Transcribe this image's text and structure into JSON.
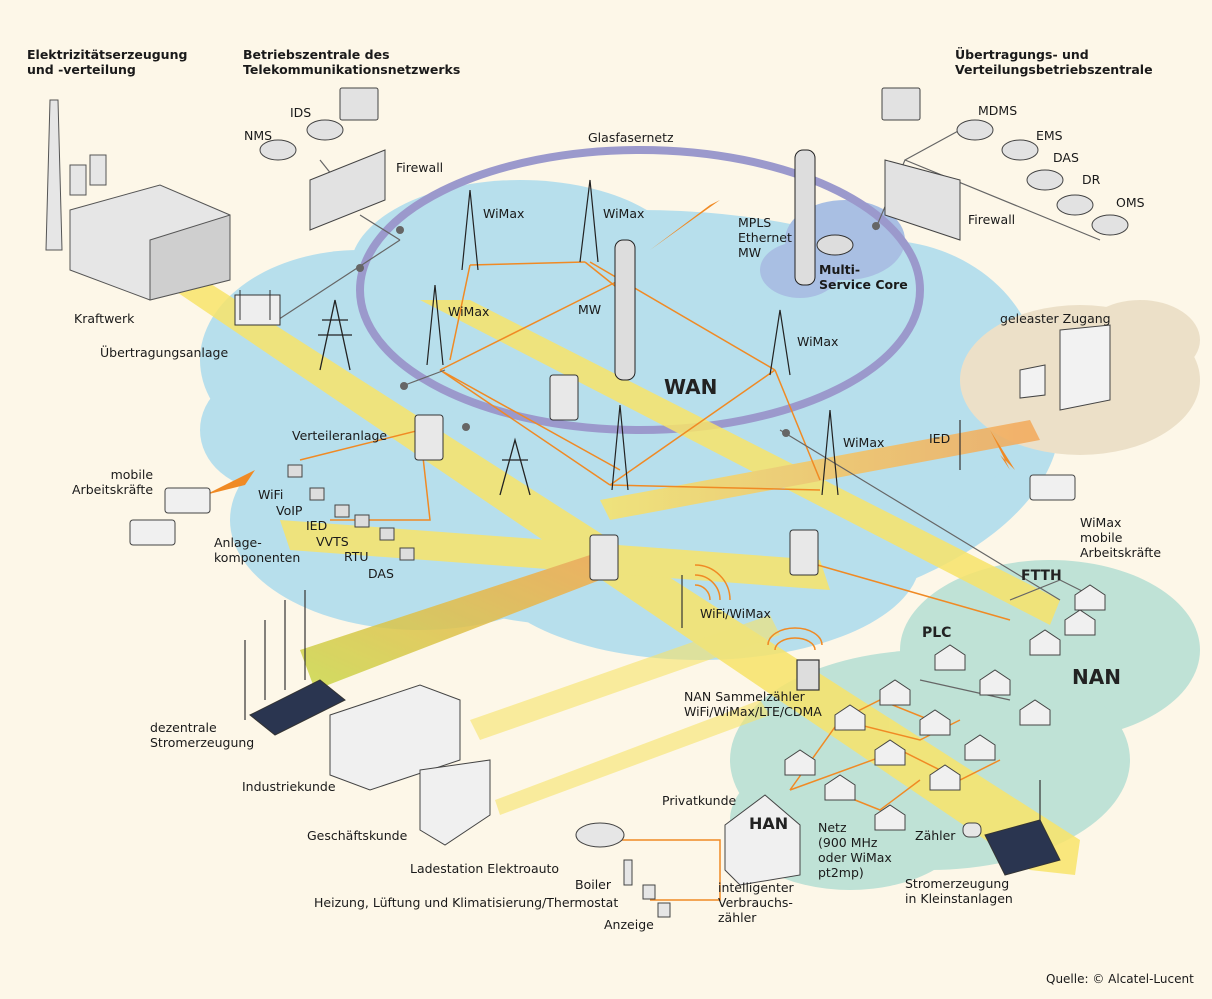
{
  "colors": {
    "background": "#fdf7e8",
    "wan_cloud": "#b7dfec",
    "nan_cloud": "#bfe2d6",
    "lease_cloud": "#ece0c8",
    "core_cloud": "#a9bfe3",
    "fiber_ring": "#9b99cc",
    "power_band": "#f8e46a",
    "wireless_link": "#f08a24"
  },
  "headings": {
    "generation": "Elektrizitätserzeugung\nund -verteilung",
    "telecom_center": "Betriebszentrale des\nTelekommunikationsnetzwerks",
    "transmission_center": "Übertragungs- und\nVerteilungsbetriebszentrale"
  },
  "labels": {
    "ids": "IDS",
    "nms": "NMS",
    "firewall_left": "Firewall",
    "glasfasernetz": "Glasfasernetz",
    "mdms": "MDMS",
    "ems": "EMS",
    "das_top": "DAS",
    "dr": "DR",
    "oms": "OMS",
    "firewall_right": "Firewall",
    "mpls": "MPLS\nEthernet\nMW",
    "multi_service_core": "Multi-\nService Core",
    "wimax_1": "WiMax",
    "wimax_2": "WiMax",
    "wimax_3": "WiMax",
    "wimax_4": "WiMax",
    "wimax_5": "WiMax",
    "mw": "MW",
    "wan": "WAN",
    "kraftwerk": "Kraftwerk",
    "uebertragungsanlage": "Übertragungsanlage",
    "verteileranlage": "Verteileranlage",
    "geleaster_zugang": "geleaster Zugang",
    "ied_right": "IED",
    "mobile_workers_left": "mobile\nArbeitskräfte",
    "wifi": "WiFi",
    "voip": "VoIP",
    "ied_left": "IED",
    "vvts": "VVTS",
    "rtu": "RTU",
    "das_left": "DAS",
    "anlage_komponenten": "Anlage-\nkomponenten",
    "wimax_mobile_workers": "WiMax\nmobile\nArbeitskräfte",
    "ftth": "FTTH",
    "plc": "PLC",
    "nan": "NAN",
    "wifi_wimax": "WiFi/WiMax",
    "nan_collector": "NAN Sammelzähler\nWiFi/WiMax/LTE/CDMA",
    "dezentrale": "dezentrale\nStromerzeugung",
    "industriekunde": "Industriekunde",
    "geschaeftskunde": "Geschäftskunde",
    "privatkunde": "Privatkunde",
    "han": "HAN",
    "netz": "Netz\n(900 MHz\noder WiMax\npt2mp)",
    "zaehler": "Zähler",
    "ladestation": "Ladestation Elektroauto",
    "boiler": "Boiler",
    "hlk": "Heizung, Lüftung und Klimatisierung/Thermostat",
    "anzeige": "Anzeige",
    "intelligenter": "intelligenter\nVerbrauchs-\nzähler",
    "kleinanlagen": "Stromerzeugung\nin Kleinstanlagen",
    "quelle": "Quelle: © Alcatel-Lucent"
  }
}
